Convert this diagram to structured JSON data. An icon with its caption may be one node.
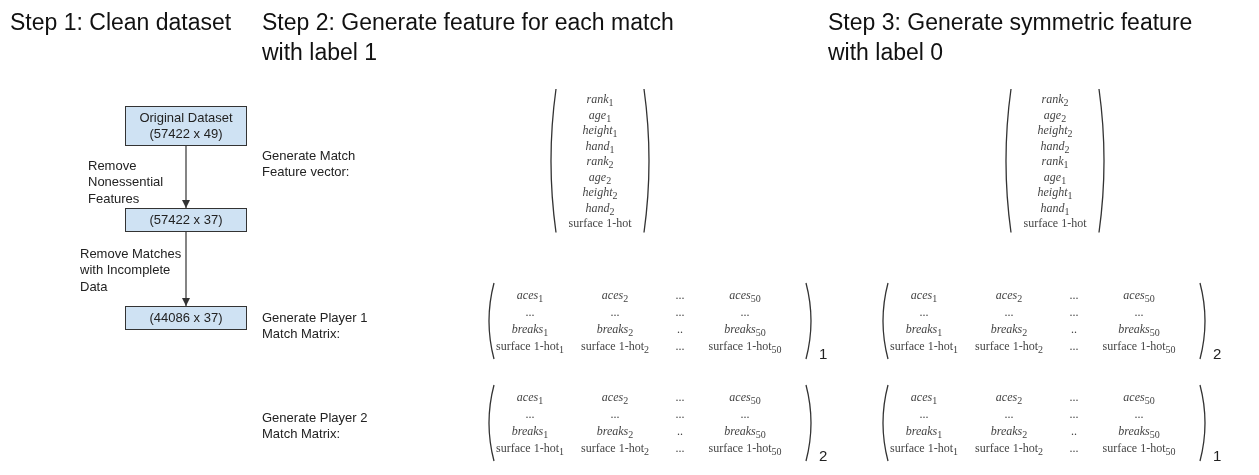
{
  "diagram": {
    "nodes": [
      {
        "text": [
          "Original Dataset (57422 x 49)"
        ]
      },
      {
        "text": [
          "(57422 x 37)"
        ]
      },
      {
        "text": [
          "(44086 x 37)"
        ]
      }
    ],
    "edges": [
      {
        "from": 0,
        "to": 1,
        "arrow": "to",
        "label": "Remove Nonessential Features"
      },
      {
        "from": 1,
        "to": 2,
        "arrow": "to",
        "label": "Remove Matches with Incomplete Data"
      }
    ],
    "labels": [
      "Step 1: Clean dataset",
      "Step 2: Generate feature for each match with label 1",
      "Step 3: Generate symmetric feature with label 0",
      "Generate Match Feature vector:",
      "*rank*$_{1}$",
      "*age*$_{1}$",
      "*height*$_{1}$",
      "*hand*$_{1}$",
      "*rank*$_{2}$",
      "*age*$_{2}$",
      "*height*$_{2}$",
      "*hand*$_{2}$",
      "surface 1-hot",
      "*rank*$_{2}$",
      "*age*$_{2}$",
      "*height*$_{2}$",
      "*hand*$_{2}$",
      "*rank*$_{1}$",
      "*age*$_{1}$",
      "*height*$_{1}$",
      "*hand*$_{1}$",
      "surface 1-hot",
      "Generate Player 1 Match Matrix:",
      "*aces*$_{1}$",
      "*aces*$_{2}$",
      "...",
      "*aces*$_{50}$",
      "...",
      "...",
      "...",
      "...",
      "*breaks*$_{1}$",
      "*breaks*$_{2}$",
      "..",
      "*breaks*$_{50}$",
      "surface 1-hot$_{1}$",
      "surface 1-hot$_{2}$",
      "...",
      "surface 1-hot$_{50}$",
      "1",
      "*aces*$_{1}$",
      "*aces*$_{2}$",
      "...",
      "*aces*$_{50}$",
      "...",
      "...",
      "...",
      "...",
      "*breaks*$_{1}$",
      "*breaks*$_{2}$",
      "..",
      "*breaks*$_{50}$",
      "surface 1-hot$_{1}$",
      "surface 1-hot$_{2}$",
      "...",
      "surface 1-hot$_{50}$",
      "2",
      "Generate Player 2 Match Matrix:",
      "*aces*$_{1}$",
      "*aces*$_{2}$",
      "...",
      "*aces*$_{50}$",
      "...",
      "...",
      "...",
      "...",
      "*breaks*$_{1}$",
      "*breaks*$_{2}$",
      "..",
      "*breaks*$_{50}$",
      "surface 1-hot$_{1}$",
      "surface 1-hot$_{2}$",
      "...",
      "surface 1-hot$_{50}$",
      "2",
      "*aces*$_{1}$",
      "*aces*$_{2}$",
      "...",
      "*aces*$_{50}$",
      "...",
      "...",
      "...",
      "...",
      "*breaks*$_{1}$",
      "*breaks*$_{2}$",
      "..",
      "*breaks*$_{50}$",
      "surface 1-hot$_{1}$",
      "surface 1-hot$_{2}$",
      "...",
      "surface 1-hot$_{50}$",
      "1"
    ]
  }
}
